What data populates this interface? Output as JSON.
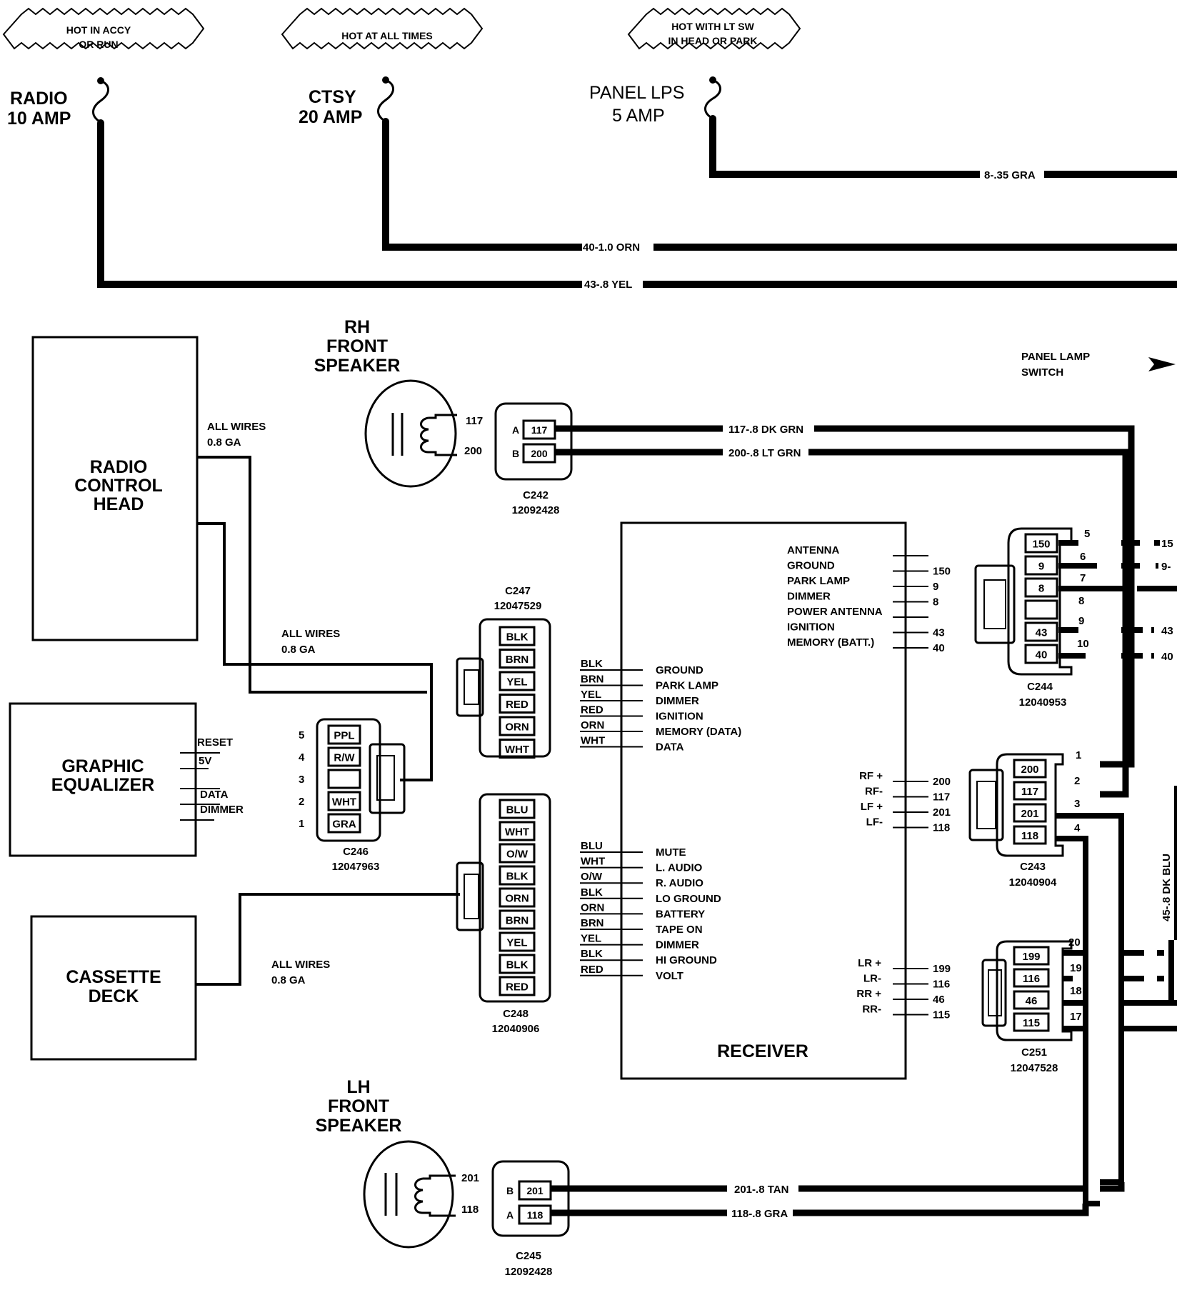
{
  "fuses": {
    "hot_accy": [
      "HOT IN ACCY",
      "OR RUN"
    ],
    "hot_all": "HOT AT ALL TIMES",
    "hot_lt": [
      "HOT WITH LT SW",
      "IN HEAD OR PARK"
    ],
    "radio": [
      "RADIO",
      "10 AMP"
    ],
    "ctsy": [
      "CTSY",
      "20 AMP"
    ],
    "panel": [
      "PANEL LPS",
      "5 AMP"
    ]
  },
  "wires": {
    "gra": "8-.35 GRA",
    "orn": "40-1.0 ORN",
    "yel": "43-.8 YEL",
    "dkgrn": "117-.8 DK GRN",
    "ltgrn": "200-.8 LT GRN",
    "tan": "201-.8 TAN",
    "gra2": "118-.8 GRA",
    "dkblu": "45-.8 DK BLU"
  },
  "panel_lamp": [
    "PANEL LAMP",
    "SWITCH"
  ],
  "rh_speaker": {
    "title": [
      "RH",
      "FRONT",
      "SPEAKER"
    ],
    "pins": [
      "117",
      "200"
    ]
  },
  "lh_speaker": {
    "title": [
      "LH",
      "FRONT",
      "SPEAKER"
    ],
    "pins": [
      "201",
      "118"
    ]
  },
  "c242": {
    "name": "C242",
    "part": "12092428",
    "rows": [
      [
        "A",
        "117"
      ],
      [
        "B",
        "200"
      ]
    ]
  },
  "c245": {
    "name": "C245",
    "part": "12092428",
    "rows": [
      [
        "B",
        "201"
      ],
      [
        "A",
        "118"
      ]
    ]
  },
  "radio_head": [
    "RADIO",
    "CONTROL",
    "HEAD"
  ],
  "graphic_eq": [
    "GRAPHIC",
    "EQUALIZER"
  ],
  "eq_pins": [
    "RESET",
    "5V",
    "DATA",
    "DIMMER"
  ],
  "cassette": [
    "CASSETTE",
    "DECK"
  ],
  "all_wires": [
    "ALL WIRES",
    "0.8 GA"
  ],
  "c247": {
    "name": "C247",
    "part": "12047529",
    "pins": [
      "BLK",
      "BRN",
      "YEL",
      "RED",
      "ORN",
      "WHT"
    ]
  },
  "c246": {
    "name": "C246",
    "part": "12047963",
    "pins": [
      "PPL",
      "R/W",
      "",
      "WHT",
      "GRA"
    ],
    "nums": [
      "5",
      "4",
      "3",
      "2",
      "1"
    ]
  },
  "c248": {
    "name": "C248",
    "part": "12040906",
    "pins": [
      "BLU",
      "WHT",
      "O/W",
      "BLK",
      "ORN",
      "BRN",
      "YEL",
      "BLK",
      "RED"
    ]
  },
  "receiver": {
    "title": "RECEIVER",
    "left_top": [
      [
        "BLK",
        "GROUND"
      ],
      [
        "BRN",
        "PARK LAMP"
      ],
      [
        "YEL",
        "DIMMER"
      ],
      [
        "RED",
        "IGNITION"
      ],
      [
        "ORN",
        "MEMORY (DATA)"
      ],
      [
        "WHT",
        "DATA"
      ]
    ],
    "left_bot": [
      [
        "BLU",
        "MUTE"
      ],
      [
        "WHT",
        "L. AUDIO"
      ],
      [
        "O/W",
        "R. AUDIO"
      ],
      [
        "BLK",
        "LO GROUND"
      ],
      [
        "ORN",
        "BATTERY"
      ],
      [
        "BRN",
        "TAPE ON"
      ],
      [
        "YEL",
        "DIMMER"
      ],
      [
        "BLK",
        "HI GROUND"
      ],
      [
        "RED",
        "VOLT"
      ]
    ],
    "right_top": [
      [
        "ANTENNA",
        ""
      ],
      [
        "GROUND",
        "150"
      ],
      [
        "PARK LAMP",
        "9"
      ],
      [
        "DIMMER",
        "8"
      ],
      [
        "POWER ANTENNA",
        ""
      ],
      [
        "IGNITION",
        "43"
      ],
      [
        "MEMORY (BATT.)",
        "40"
      ]
    ],
    "right_mid": [
      [
        "RF +",
        "200"
      ],
      [
        "RF-",
        "117"
      ],
      [
        "LF +",
        "201"
      ],
      [
        "LF-",
        "118"
      ]
    ],
    "right_bot": [
      [
        "LR +",
        "199"
      ],
      [
        "LR-",
        "116"
      ],
      [
        "RR +",
        "46"
      ],
      [
        "RR-",
        "115"
      ]
    ]
  },
  "c244": {
    "name": "C244",
    "part": "12040953",
    "cells": [
      "150",
      "9",
      "8",
      "",
      "43",
      "40"
    ],
    "nums": [
      "5",
      "6",
      "7",
      "8",
      "9",
      "10"
    ],
    "ext": [
      "15",
      "9-",
      "43",
      "40"
    ]
  },
  "c243": {
    "name": "C243",
    "part": "12040904",
    "cells": [
      "200",
      "117",
      "201",
      "118"
    ],
    "nums": [
      "1",
      "2",
      "3",
      "4"
    ]
  },
  "c251": {
    "name": "C251",
    "part": "12047528",
    "cells": [
      "199",
      "116",
      "46",
      "115"
    ],
    "nums": [
      "20",
      "19",
      "18",
      "17"
    ]
  }
}
